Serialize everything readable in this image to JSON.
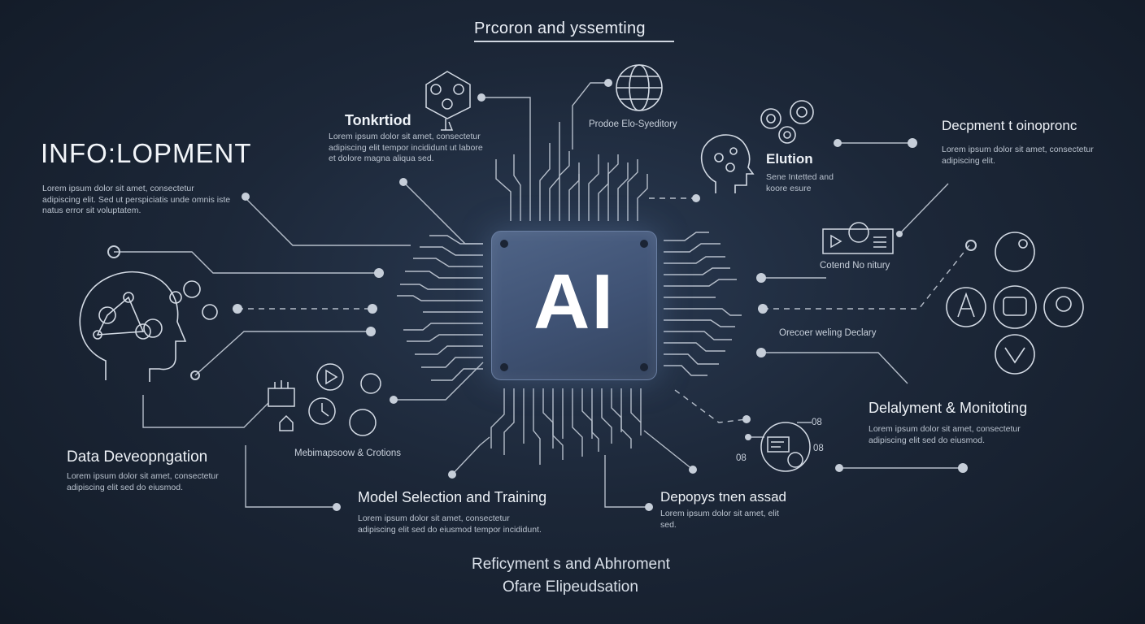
{
  "header": {
    "title": "Prcoron and yssemting"
  },
  "left": {
    "big_title": "INFO:LOPMENT",
    "big_desc": "Lorem ipsum dolor sit amet, consectetur adipiscing elit. Sed ut perspiciatis unde omnis iste natus error sit voluptatem.",
    "data_dev_title": "Data Deveopngation",
    "data_dev_desc": "Lorem ipsum dolor sit amet, consectetur adipiscing elit sed do eiusmod."
  },
  "top_left": {
    "title": "Tonkrtiod",
    "desc": "Lorem ipsum dolor sit amet, consectetur adipiscing elit tempor incididunt ut labore et dolore magna aliqua sed."
  },
  "top_center": {
    "label": "Prodoe Elo-Syeditory"
  },
  "right": {
    "elution_title": "Elution",
    "elution_desc": "Sene Intetted and koore esure",
    "dev_title": "Decpment t oinopronc",
    "dev_desc": "Lorem ipsum dolor sit amet, consectetur adipiscing elit.",
    "content_label": "Cotend No nitury",
    "process_label": "Orecoer weling Declary",
    "deploy_title": "Delalyment & Monitoting",
    "deploy_desc": "Lorem ipsum dolor sit amet, consectetur adipiscing elit sed do eiusmod.",
    "badge_08a": "08",
    "badge_08b": "08",
    "badge_08c": "08"
  },
  "bottom": {
    "multi_label": "Mebimapsoow & Crotions",
    "model_title": "Model Selection and Training",
    "model_desc": "Lorem ipsum dolor sit amet, consectetur adipiscing elit sed do eiusmod tempor incididunt.",
    "deploy2_title": "Depopys tnen assad",
    "deploy2_desc": "Lorem ipsum dolor sit amet, elit sed.",
    "footer_1": "Reficyment s and Abhroment",
    "footer_2": "Ofare Elipeudsation"
  },
  "chip": {
    "label": "AI"
  },
  "colors": {
    "background": "#1c2738",
    "chip": "#4a5e80",
    "line": "#c6ced9"
  }
}
